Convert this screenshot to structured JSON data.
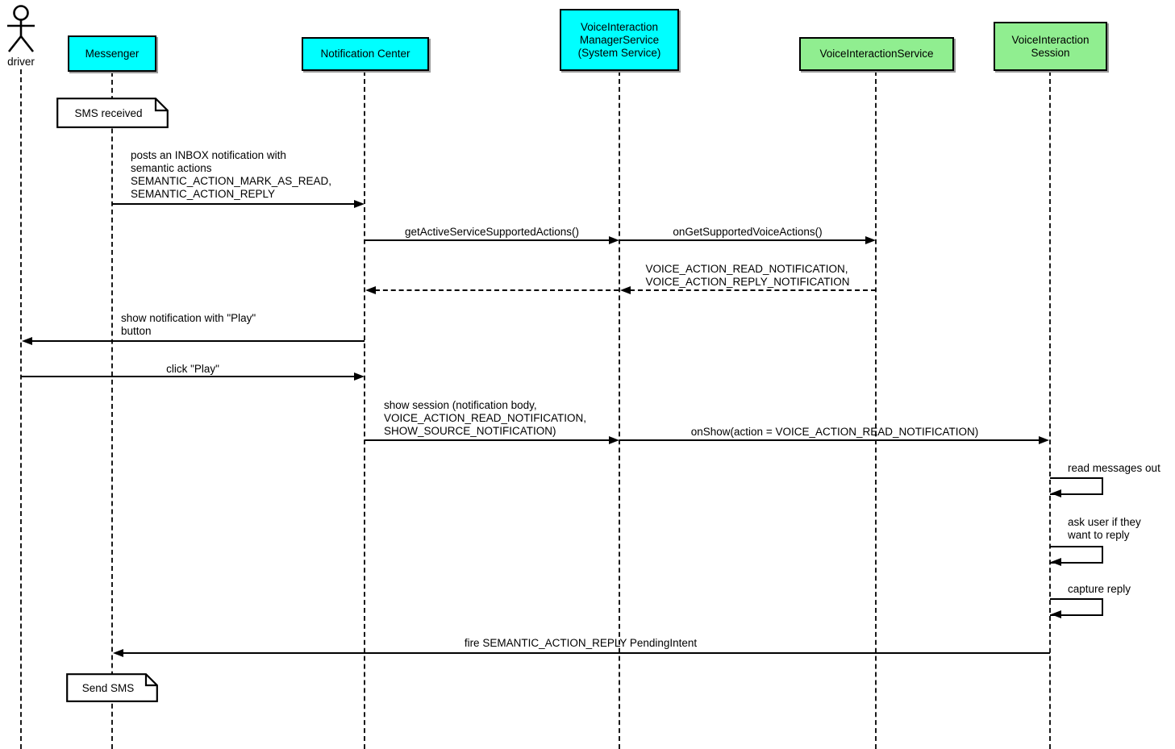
{
  "diagram_type": "uml-sequence",
  "colors": {
    "participant_app": "#00ffff",
    "participant_service": "#90ee90",
    "line": "#000000",
    "note_background": "#ffffff"
  },
  "participants": [
    {
      "id": "driver",
      "kind": "actor",
      "label": "driver"
    },
    {
      "id": "messenger",
      "kind": "box",
      "label": "Messenger",
      "color": "#00ffff"
    },
    {
      "id": "notification-center",
      "kind": "box",
      "label": "Notification Center",
      "color": "#00ffff"
    },
    {
      "id": "voice-interaction-manager-service",
      "kind": "box",
      "lines": [
        "VoiceInteraction",
        "ManagerService",
        "(System Service)"
      ],
      "color": "#00ffff"
    },
    {
      "id": "voice-interaction-service",
      "kind": "box",
      "label": "VoiceInteractionService",
      "color": "#90ee90"
    },
    {
      "id": "voice-interaction-session",
      "kind": "box",
      "lines": [
        "VoiceInteraction",
        "Session"
      ],
      "color": "#90ee90"
    }
  ],
  "notes": [
    {
      "text": "SMS received",
      "over": "Messenger"
    },
    {
      "text": "Send SMS",
      "over": "Messenger"
    }
  ],
  "messages": [
    {
      "from": "Messenger",
      "to": "Notification Center",
      "type": "solid",
      "lines": [
        "posts an INBOX notification with",
        "semantic actions",
        "SEMANTIC_ACTION_MARK_AS_READ,",
        "SEMANTIC_ACTION_REPLY"
      ]
    },
    {
      "from": "Notification Center",
      "to": "VoiceInteractionManagerService",
      "type": "solid",
      "label": "getActiveServiceSupportedActions()"
    },
    {
      "from": "VoiceInteractionManagerService",
      "to": "VoiceInteractionService",
      "type": "solid",
      "label": "onGetSupportedVoiceActions()"
    },
    {
      "from": "VoiceInteractionService",
      "to": "VoiceInteractionManagerService",
      "type": "dashed-return",
      "lines": [
        "VOICE_ACTION_READ_NOTIFICATION,",
        "VOICE_ACTION_REPLY_NOTIFICATION"
      ]
    },
    {
      "from": "VoiceInteractionManagerService",
      "to": "Notification Center",
      "type": "dashed-return"
    },
    {
      "from": "Notification Center",
      "to": "driver",
      "type": "solid",
      "lines": [
        "show notification with \"Play\"",
        "button"
      ]
    },
    {
      "from": "driver",
      "to": "Notification Center",
      "type": "solid",
      "label": "click \"Play\""
    },
    {
      "from": "Notification Center",
      "to": "VoiceInteractionManagerService",
      "type": "solid",
      "lines": [
        "show session (notification body,",
        "VOICE_ACTION_READ_NOTIFICATION,",
        "SHOW_SOURCE_NOTIFICATION)"
      ]
    },
    {
      "from": "VoiceInteractionManagerService",
      "to": "VoiceInteractionSession",
      "type": "solid",
      "label": "onShow(action = VOICE_ACTION_READ_NOTIFICATION)"
    },
    {
      "from": "VoiceInteractionSession",
      "to": "VoiceInteractionSession",
      "type": "self",
      "label": "read messages out"
    },
    {
      "from": "VoiceInteractionSession",
      "to": "VoiceInteractionSession",
      "type": "self",
      "lines": [
        "ask user if they",
        "want to reply"
      ]
    },
    {
      "from": "VoiceInteractionSession",
      "to": "VoiceInteractionSession",
      "type": "self",
      "label": "capture reply"
    },
    {
      "from": "VoiceInteractionSession",
      "to": "Messenger",
      "type": "solid",
      "label": "fire SEMANTIC_ACTION_REPLY PendingIntent"
    }
  ]
}
